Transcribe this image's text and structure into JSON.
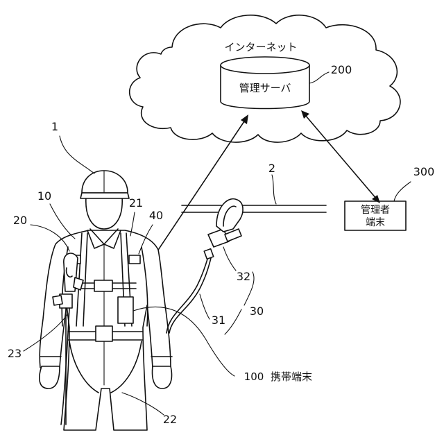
{
  "cloud_label": "インターネット",
  "server": {
    "label": "管理サーバ",
    "ref": "200"
  },
  "admin_terminal": {
    "line1": "管理者",
    "line2": "端末",
    "ref": "300"
  },
  "refs": {
    "worker": "1",
    "lifeline": "2",
    "hook_10": "10",
    "belt_20": "20",
    "buckle_21": "21",
    "harness_22": "22",
    "hook_23": "23",
    "lanyard_30": "30",
    "rope_31": "31",
    "hook_32": "32",
    "device_40": "40"
  },
  "mobile_terminal": {
    "ref": "100",
    "label": "携帯端末"
  }
}
